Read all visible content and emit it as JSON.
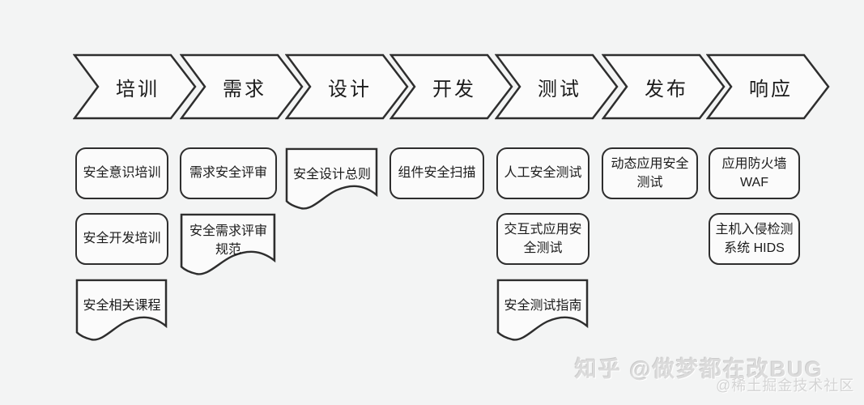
{
  "colors": {
    "background": "#f3f4f4",
    "line": "#2e2e2e",
    "text": "#1b1b1b",
    "shape_fill": "#fbfbfb",
    "watermark": "#dbdbdb"
  },
  "stages": [
    {
      "id": "training",
      "label": "培训",
      "items": [
        {
          "shape": "rounded",
          "label": "安全意识培训"
        },
        {
          "shape": "rounded",
          "label": "安全开发培训"
        },
        {
          "shape": "document",
          "label": "安全相关课程"
        }
      ]
    },
    {
      "id": "requirements",
      "label": "需求",
      "items": [
        {
          "shape": "rounded",
          "label": "需求安全评审"
        },
        {
          "shape": "document",
          "label": "安全需求评审\n规范"
        }
      ]
    },
    {
      "id": "design",
      "label": "设计",
      "items": [
        {
          "shape": "document",
          "label": "安全设计总则"
        }
      ]
    },
    {
      "id": "development",
      "label": "开发",
      "items": [
        {
          "shape": "rounded",
          "label": "组件安全扫描"
        }
      ]
    },
    {
      "id": "testing",
      "label": "测试",
      "items": [
        {
          "shape": "rounded",
          "label": "人工安全测试"
        },
        {
          "shape": "rounded",
          "label": "交互式应用安\n全测试"
        },
        {
          "shape": "document",
          "label": "安全测试指南"
        }
      ]
    },
    {
      "id": "release",
      "label": "发布",
      "items": [
        {
          "shape": "rounded",
          "label": "动态应用安全\n测试"
        }
      ]
    },
    {
      "id": "response",
      "label": "响应",
      "items": [
        {
          "shape": "rounded",
          "label": "应用防火墙\nWAF"
        },
        {
          "shape": "rounded",
          "label": "主机入侵检测\n系统 HIDS"
        }
      ]
    }
  ],
  "watermark": {
    "primary": "知乎 @做梦都在改BUG",
    "secondary": "@稀土掘金技术社区"
  }
}
